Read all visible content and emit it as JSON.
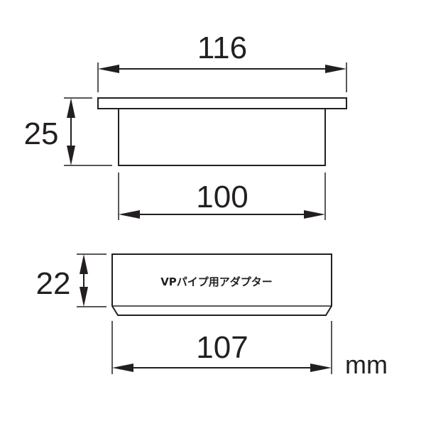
{
  "top_part": {
    "flange_width": "116",
    "body_width": "100",
    "height": "25"
  },
  "bottom_part": {
    "width": "107",
    "height": "22",
    "label": "VPパイプ用アダプター"
  },
  "unit": "mm",
  "colors": {
    "line": "#231f20",
    "background": "#ffffff"
  }
}
